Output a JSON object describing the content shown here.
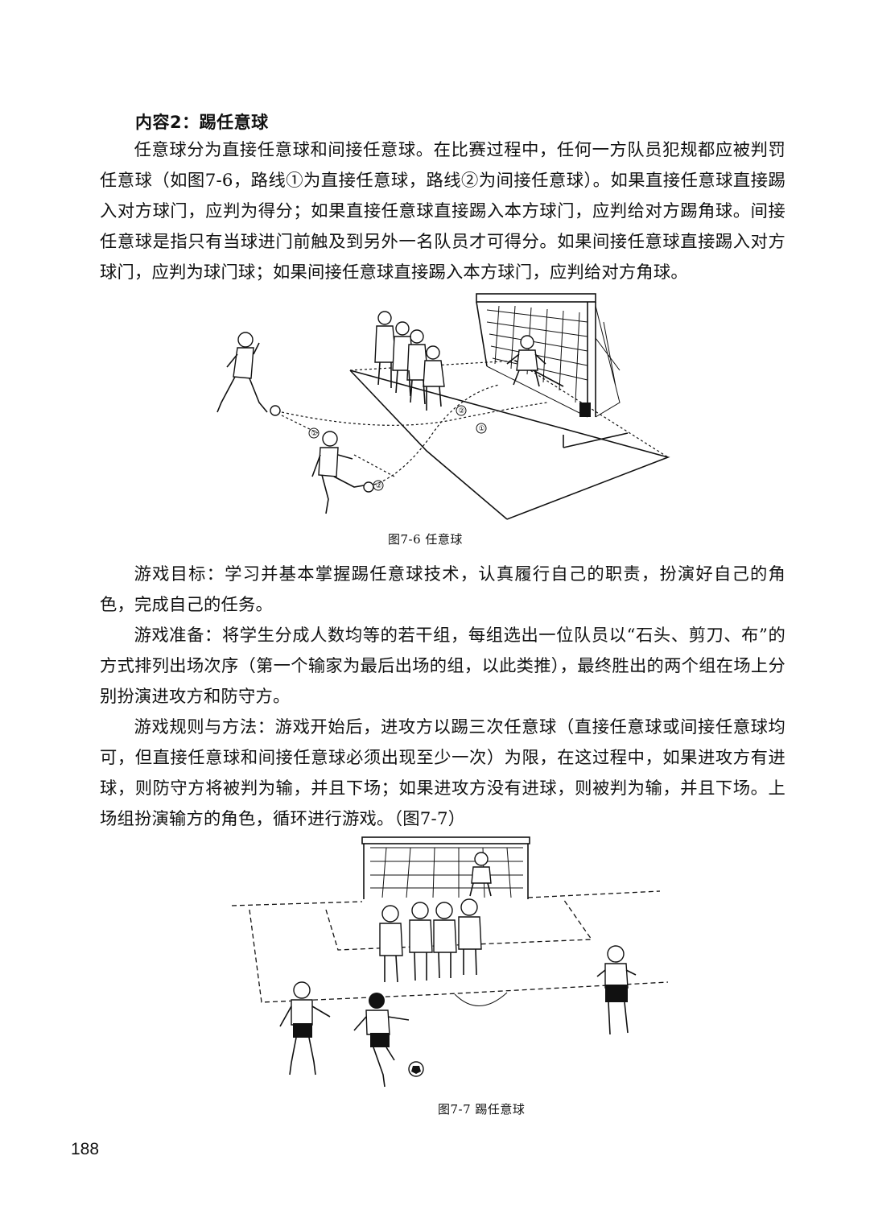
{
  "heading": "内容2：踢任意球",
  "paragraphs": {
    "p1": "任意球分为直接任意球和间接任意球。在比赛过程中，任何一方队员犯规都应被判罚任意球（如图7-6，路线①为直接任意球，路线②为间接任意球）。如果直接任意球直接踢入对方球门，应判为得分；如果直接任意球直接踢入本方球门，应判给对方踢角球。间接任意球是指只有当球进门前触及到另外一名队员才可得分。如果间接任意球直接踢入对方球门，应判为球门球；如果间接任意球直接踢入本方球门，应判给对方角球。",
    "p2": "游戏目标：学习并基本掌握踢任意球技术，认真履行自己的职责，扮演好自己的角色，完成自己的任务。",
    "p3": "游戏准备：将学生分成人数均等的若干组，每组选出一位队员以“石头、剪刀、布”的方式排列出场次序（第一个输家为最后出场的组，以此类推），最终胜出的两个组在场上分别扮演进攻方和防守方。",
    "p4": "游戏规则与方法：游戏开始后，进攻方以踢三次任意球（直接任意球或间接任意球均可，但直接任意球和间接任意球必须出现至少一次）为限，在这过程中，如果进攻方有进球，则防守方将被判为输，并且下场；如果进攻方没有进球，则被判为输，并且下场。上场组扮演输方的角色，循环进行游戏。（图7-7）"
  },
  "figures": {
    "fig1_caption": "图7-6  任意球",
    "fig2_caption": "图7-7  踢任意球",
    "route_markers": {
      "route1": "①",
      "route2": "②"
    }
  },
  "page_number": "188"
}
